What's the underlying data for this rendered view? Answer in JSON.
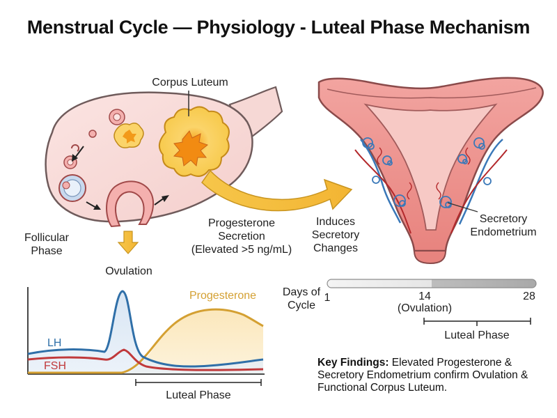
{
  "title": "Menstrual Cycle — Physiology - Luteal Phase Mechanism",
  "ovary": {
    "corpus_luteum_label": "Corpus Luteum",
    "follicular_phase_label": "Follicular\nPhase",
    "ovulation_label": "Ovulation"
  },
  "progesterone_secretion": {
    "line1": "Progesterone",
    "line2": "Secretion",
    "line3": "(Elevated >5 ng/mL)"
  },
  "induces": {
    "line1": "Induces",
    "line2": "Secretory",
    "line3": "Changes"
  },
  "uterus": {
    "secretory_line1": "Secretory",
    "secretory_line2": "Endometrium"
  },
  "timeline": {
    "days_line1": "Days of",
    "days_line2": "Cycle",
    "start_day": "1",
    "mid_day": "14",
    "mid_note": "(Ovulation)",
    "end_day": "28",
    "phase_label": "Luteal Phase"
  },
  "hormone_chart": {
    "progesterone_label": "Progesterone",
    "lh_label": "LH",
    "fsh_label": "FSH",
    "phase_label": "Luteal Phase",
    "colors": {
      "progesterone": "#d4a032",
      "lh": "#2f6fa8",
      "fsh": "#c0393b"
    }
  },
  "key_findings": {
    "heading": "Key Findings:",
    "text": " Elevated Progesterone & Secretory Endometrium confirm Ovulation & Functional Corpus Luteum."
  }
}
